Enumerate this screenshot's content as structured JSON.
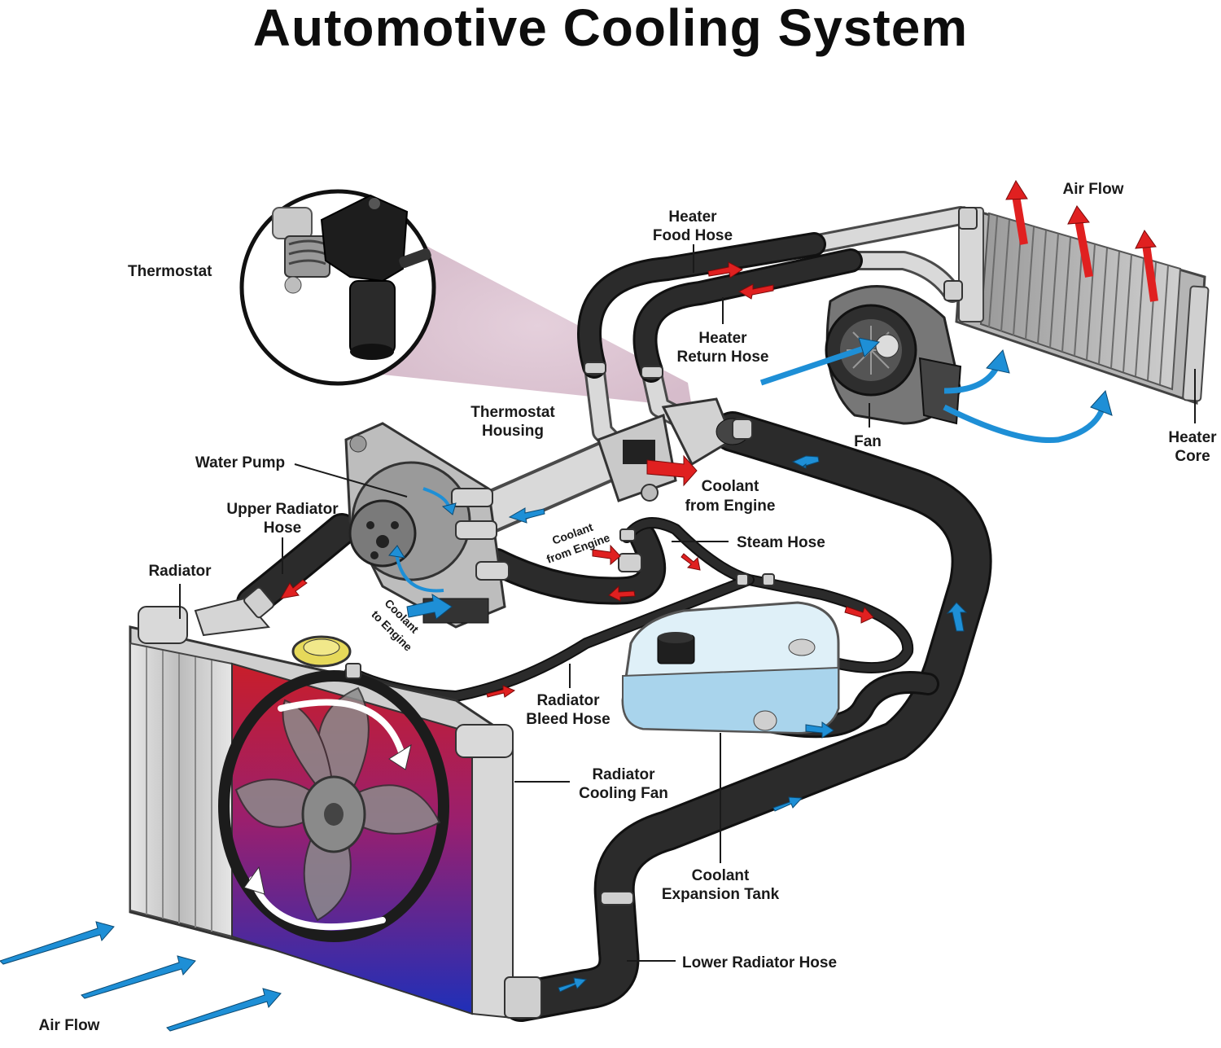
{
  "title": "Automotive Cooling System",
  "colors": {
    "hot_arrow": "#e02020",
    "cold_arrow": "#1e8fd6",
    "hose": "#2b2b2b",
    "radiator_hot": "#c81e2a",
    "radiator_cold": "#1f2fb8",
    "tank_fluid": "#a9d4ec"
  },
  "labels": {
    "thermostat": "Thermostat",
    "heater_food_hose_1": "Heater",
    "heater_food_hose_2": "Food Hose",
    "heater_return_hose_1": "Heater",
    "heater_return_hose_2": "Return Hose",
    "air_flow_top": "Air Flow",
    "heater_core_1": "Heater",
    "heater_core_2": "Core",
    "fan": "Fan",
    "thermostat_housing_1": "Thermostat",
    "thermostat_housing_2": "Housing",
    "water_pump": "Water Pump",
    "upper_radiator_hose_1": "Upper Radiator",
    "upper_radiator_hose_2": "Hose",
    "coolant_from_engine_1": "Coolant",
    "coolant_from_engine_2": "from Engine",
    "coolant_from_engine_small_1": "Coolant",
    "coolant_from_engine_small_2": "from Engine",
    "steam_hose": "Steam Hose",
    "radiator": "Radiator",
    "coolant_to_engine_1": "Coolant",
    "coolant_to_engine_2": "to Engine",
    "radiator_bleed_hose_1": "Radiator",
    "radiator_bleed_hose_2": "Bleed Hose",
    "radiator_cooling_fan_1": "Radiator",
    "radiator_cooling_fan_2": "Cooling Fan",
    "coolant_expansion_tank_1": "Coolant",
    "coolant_expansion_tank_2": "Expansion Tank",
    "lower_radiator_hose": "Lower Radiator Hose",
    "air_flow_bottom": "Air Flow"
  }
}
